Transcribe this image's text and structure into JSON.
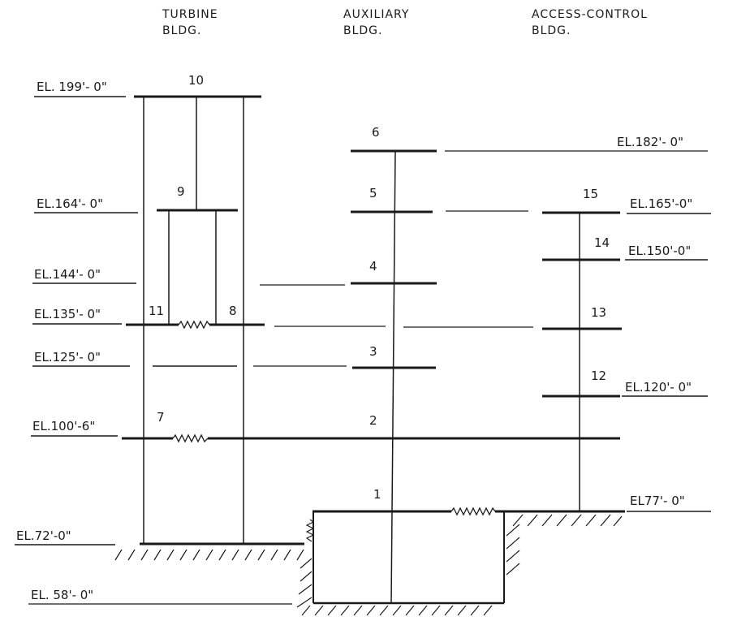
{
  "buildings": {
    "turbine": [
      "TURBINE",
      "BLDG."
    ],
    "auxiliary": [
      "AUXILIARY",
      "BLDG."
    ],
    "access_control": [
      "ACCESS-CONTROL",
      "BLDG."
    ]
  },
  "elevations": {
    "el_199": "EL. 199'- 0\"",
    "el_164": "EL.164'- 0\"",
    "el_144": "EL.144'- 0\"",
    "el_135": "EL.135'- 0\"",
    "el_125": "EL.125'- 0\"",
    "el_100": "EL.100'-6\"",
    "el_72": "EL.72'-0\"",
    "el_58": "EL. 58'- 0\"",
    "el_182": "EL.182'- 0\"",
    "el_165": "EL.165'-0\"",
    "el_150": "EL.150'-0\"",
    "el_120": "EL.120'- 0\"",
    "el_77": "EL77'- 0\""
  },
  "nodes": {
    "n1": "1",
    "n2": "2",
    "n3": "3",
    "n4": "4",
    "n5": "5",
    "n6": "6",
    "n7": "7",
    "n8": "8",
    "n9": "9",
    "n10": "10",
    "n11": "11",
    "n12": "12",
    "n13": "13",
    "n14": "14",
    "n15": "15"
  }
}
